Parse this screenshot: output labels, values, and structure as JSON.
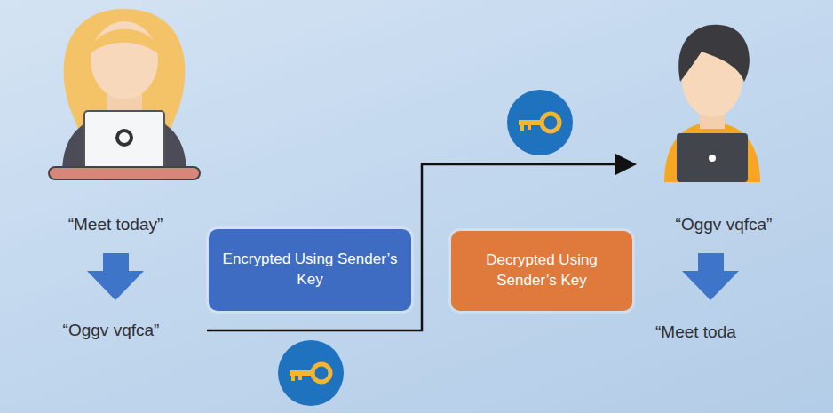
{
  "diagram": {
    "nodes": [
      {
        "text": [
          "Encrypted Using Sender’s Key"
        ]
      },
      {
        "text": [
          "Decrypted Using Sender’s Key"
        ]
      }
    ],
    "labels": [
      "“Meet today”",
      "“Oggv vqfca”",
      "“Oggv vqfca”",
      "“Meet toda"
    ]
  }
}
